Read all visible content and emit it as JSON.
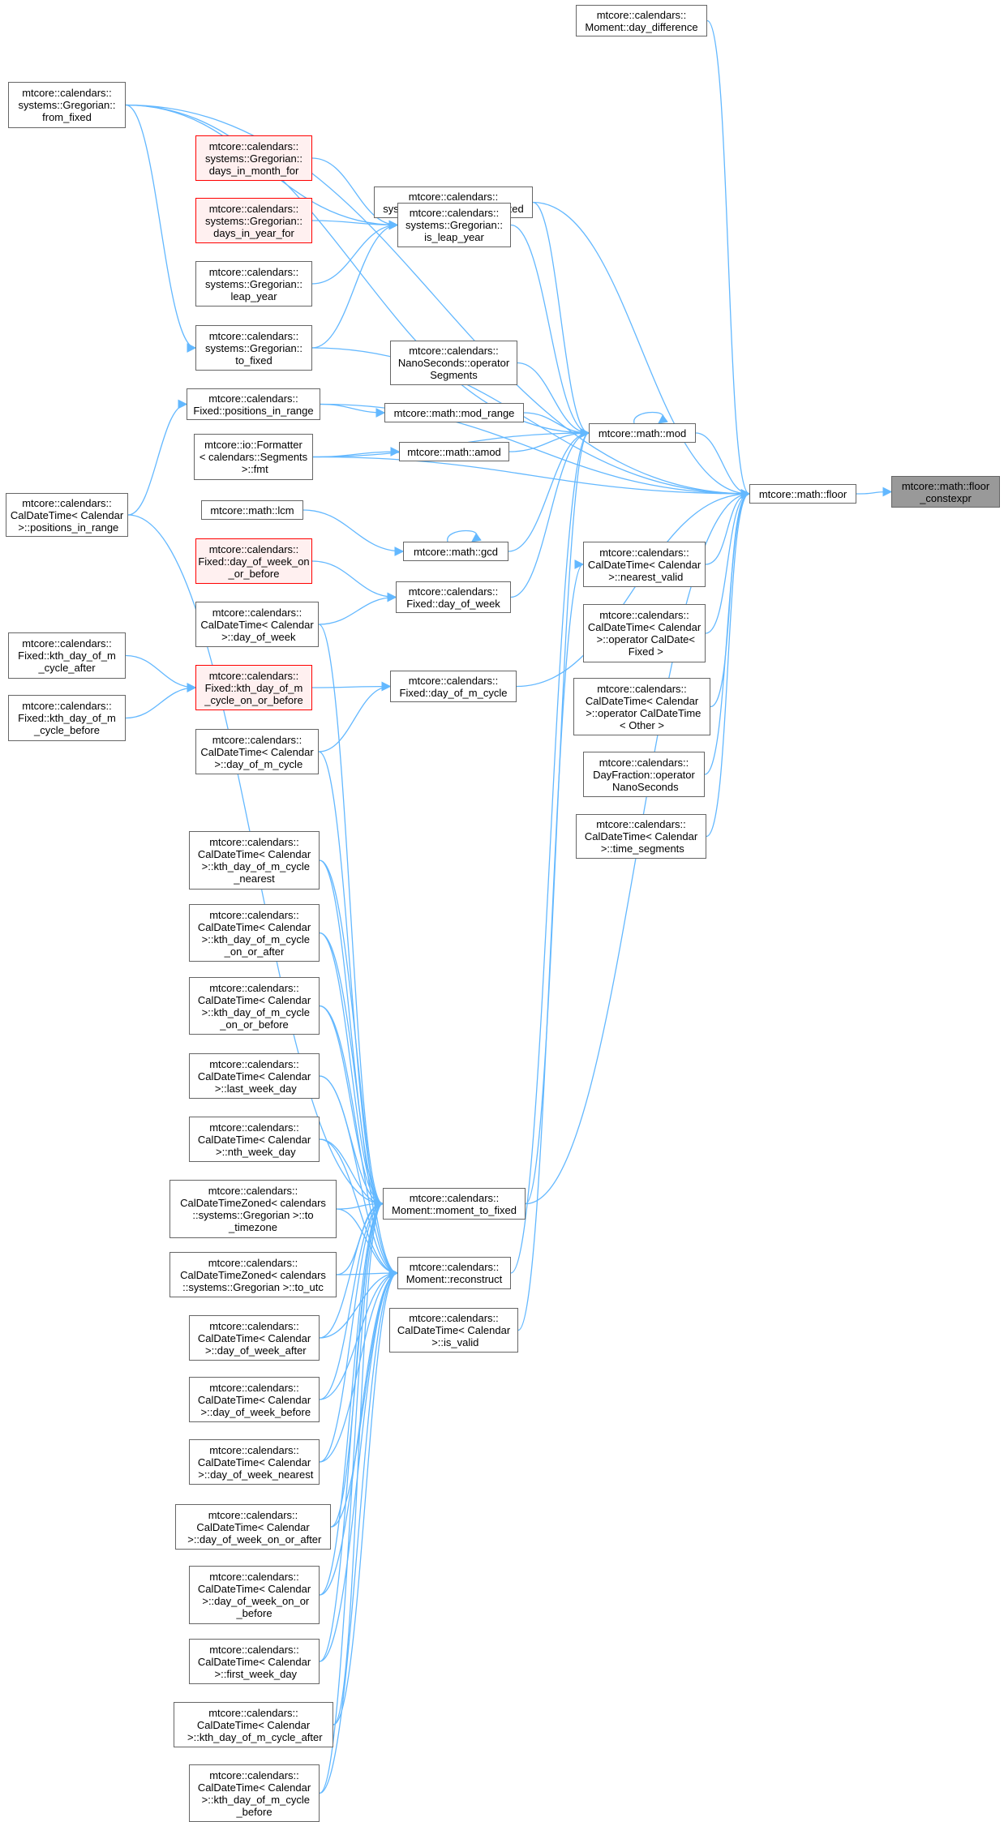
{
  "colors": {
    "edge": "#63b8ff",
    "node_border": "#666666",
    "root_fill": "#999999",
    "red_border": "#ff0000",
    "red_fill": "#fff0f0"
  },
  "nodes": {
    "floor_constexpr": {
      "lines": [
        "mtcore::math::floor",
        "_constexpr"
      ],
      "style": "root"
    },
    "floor": {
      "lines": [
        "mtcore::math::floor"
      ]
    },
    "mod": {
      "lines": [
        "mtcore::math::mod"
      ]
    },
    "day_difference": {
      "lines": [
        "mtcore::calendars::",
        "Moment::day_difference"
      ]
    },
    "greg_from_fixed": {
      "lines": [
        "mtcore::calendars::",
        "systems::Gregorian::",
        "from_fixed"
      ]
    },
    "days_in_month_for": {
      "lines": [
        "mtcore::calendars::",
        "systems::Gregorian::",
        "days_in_month_for"
      ],
      "style": "red"
    },
    "egypt_from_fixed": {
      "lines": [
        "mtcore::calendars::",
        "systems::Egyptian::from_fixed"
      ]
    },
    "days_in_year_for": {
      "lines": [
        "mtcore::calendars::",
        "systems::Gregorian::",
        "days_in_year_for"
      ],
      "style": "red"
    },
    "is_leap_year": {
      "lines": [
        "mtcore::calendars::",
        "systems::Gregorian::",
        "is_leap_year"
      ]
    },
    "leap_year": {
      "lines": [
        "mtcore::calendars::",
        "systems::Gregorian::",
        "leap_year"
      ]
    },
    "greg_to_fixed": {
      "lines": [
        "mtcore::calendars::",
        "systems::Gregorian::",
        "to_fixed"
      ]
    },
    "nano_segments": {
      "lines": [
        "mtcore::calendars::",
        "NanoSeconds::operator",
        "Segments"
      ]
    },
    "fixed_positions": {
      "lines": [
        "mtcore::calendars::",
        "Fixed::positions_in_range"
      ]
    },
    "mod_range": {
      "lines": [
        "mtcore::math::mod_range"
      ]
    },
    "formatter_fmt": {
      "lines": [
        "mtcore::io::Formatter",
        "< calendars::Segments",
        " >::fmt"
      ]
    },
    "amod": {
      "lines": [
        "mtcore::math::amod"
      ]
    },
    "caldt_positions": {
      "lines": [
        "mtcore::calendars::",
        "CalDateTime< Calendar",
        " >::positions_in_range"
      ]
    },
    "lcm": {
      "lines": [
        "mtcore::math::lcm"
      ]
    },
    "gcd": {
      "lines": [
        "mtcore::math::gcd"
      ]
    },
    "dow_on_or_before": {
      "lines": [
        "mtcore::calendars::",
        "Fixed::day_of_week_on",
        "_or_before"
      ],
      "style": "red"
    },
    "fixed_dow": {
      "lines": [
        "mtcore::calendars::",
        "Fixed::day_of_week"
      ]
    },
    "caldt_dow": {
      "lines": [
        "mtcore::calendars::",
        "CalDateTime< Calendar",
        " >::day_of_week"
      ]
    },
    "kth_after": {
      "lines": [
        "mtcore::calendars::",
        "Fixed::kth_day_of_m",
        "_cycle_after"
      ]
    },
    "kth_on_or_before": {
      "lines": [
        "mtcore::calendars::",
        "Fixed::kth_day_of_m",
        "_cycle_on_or_before"
      ],
      "style": "red"
    },
    "fixed_dom_cycle": {
      "lines": [
        "mtcore::calendars::",
        "Fixed::day_of_m_cycle"
      ]
    },
    "kth_before": {
      "lines": [
        "mtcore::calendars::",
        "Fixed::kth_day_of_m",
        "_cycle_before"
      ]
    },
    "caldt_dom_cycle": {
      "lines": [
        "mtcore::calendars::",
        "CalDateTime< Calendar",
        " >::day_of_m_cycle"
      ]
    },
    "nearest_valid": {
      "lines": [
        "mtcore::calendars::",
        "CalDateTime< Calendar",
        " >::nearest_valid"
      ]
    },
    "op_caldate": {
      "lines": [
        "mtcore::calendars::",
        "CalDateTime< Calendar",
        " >::operator CalDate<",
        " Fixed >"
      ]
    },
    "op_caldatetime": {
      "lines": [
        "mtcore::calendars::",
        "CalDateTime< Calendar",
        " >::operator CalDateTime",
        "< Other >"
      ]
    },
    "dayfraction": {
      "lines": [
        "mtcore::calendars::",
        "DayFraction::operator",
        " NanoSeconds"
      ]
    },
    "time_segments": {
      "lines": [
        "mtcore::calendars::",
        "CalDateTime< Calendar",
        " >::time_segments"
      ]
    },
    "kth_nearest": {
      "lines": [
        "mtcore::calendars::",
        "CalDateTime< Calendar",
        " >::kth_day_of_m_cycle",
        "_nearest"
      ]
    },
    "kth_on_or_after2": {
      "lines": [
        "mtcore::calendars::",
        "CalDateTime< Calendar",
        " >::kth_day_of_m_cycle",
        "_on_or_after"
      ]
    },
    "kth_on_or_before2": {
      "lines": [
        "mtcore::calendars::",
        "CalDateTime< Calendar",
        " >::kth_day_of_m_cycle",
        "_on_or_before"
      ]
    },
    "last_week_day": {
      "lines": [
        "mtcore::calendars::",
        "CalDateTime< Calendar",
        " >::last_week_day"
      ]
    },
    "nth_week_day": {
      "lines": [
        "mtcore::calendars::",
        "CalDateTime< Calendar",
        " >::nth_week_day"
      ]
    },
    "to_timezone": {
      "lines": [
        "mtcore::calendars::",
        "CalDateTimeZoned< calendars",
        "::systems::Gregorian >::to",
        "_timezone"
      ]
    },
    "moment_to_fixed": {
      "lines": [
        "mtcore::calendars::",
        "Moment::moment_to_fixed"
      ]
    },
    "to_utc": {
      "lines": [
        "mtcore::calendars::",
        "CalDateTimeZoned< calendars",
        "::systems::Gregorian >::to_utc"
      ]
    },
    "reconstruct": {
      "lines": [
        "mtcore::calendars::",
        "Moment::reconstruct"
      ]
    },
    "is_valid": {
      "lines": [
        "mtcore::calendars::",
        "CalDateTime< Calendar",
        " >::is_valid"
      ]
    },
    "dow_after": {
      "lines": [
        "mtcore::calendars::",
        "CalDateTime< Calendar",
        " >::day_of_week_after"
      ]
    },
    "dow_before": {
      "lines": [
        "mtcore::calendars::",
        "CalDateTime< Calendar",
        " >::day_of_week_before"
      ]
    },
    "dow_nearest": {
      "lines": [
        "mtcore::calendars::",
        "CalDateTime< Calendar",
        " >::day_of_week_nearest"
      ]
    },
    "dow_on_or_after": {
      "lines": [
        "mtcore::calendars::",
        "CalDateTime< Calendar",
        " >::day_of_week_on_or_after"
      ]
    },
    "dow_on_or_before2": {
      "lines": [
        "mtcore::calendars::",
        "CalDateTime< Calendar",
        " >::day_of_week_on_or",
        "_before"
      ]
    },
    "first_week_day": {
      "lines": [
        "mtcore::calendars::",
        "CalDateTime< Calendar",
        " >::first_week_day"
      ]
    },
    "kth_after2": {
      "lines": [
        "mtcore::calendars::",
        "CalDateTime< Calendar",
        " >::kth_day_of_m_cycle_after"
      ]
    },
    "kth_before2": {
      "lines": [
        "mtcore::calendars::",
        "CalDateTime< Calendar",
        " >::kth_day_of_m_cycle",
        "_before"
      ]
    }
  },
  "edges": [
    [
      "floor",
      "floor_constexpr"
    ],
    [
      "mod",
      "floor"
    ],
    [
      "day_difference",
      "floor"
    ],
    [
      "greg_from_fixed",
      "floor"
    ],
    [
      "egypt_from_fixed",
      "floor"
    ],
    [
      "greg_to_fixed",
      "floor"
    ],
    [
      "fixed_positions",
      "floor"
    ],
    [
      "formatter_fmt",
      "floor"
    ],
    [
      "fixed_dom_cycle",
      "floor"
    ],
    [
      "nearest_valid",
      "floor"
    ],
    [
      "op_caldate",
      "floor"
    ],
    [
      "op_caldatetime",
      "floor"
    ],
    [
      "dayfraction",
      "floor"
    ],
    [
      "time_segments",
      "floor"
    ],
    [
      "moment_to_fixed",
      "floor"
    ],
    [
      "mod",
      "mod"
    ],
    [
      "greg_from_fixed",
      "mod"
    ],
    [
      "egypt_from_fixed",
      "mod"
    ],
    [
      "is_leap_year",
      "mod"
    ],
    [
      "nano_segments",
      "mod"
    ],
    [
      "mod_range",
      "mod"
    ],
    [
      "amod",
      "mod"
    ],
    [
      "formatter_fmt",
      "mod"
    ],
    [
      "gcd",
      "mod"
    ],
    [
      "fixed_dow",
      "mod"
    ],
    [
      "moment_to_fixed",
      "mod"
    ],
    [
      "reconstruct",
      "mod"
    ],
    [
      "days_in_month_for",
      "is_leap_year"
    ],
    [
      "days_in_year_for",
      "is_leap_year"
    ],
    [
      "leap_year",
      "is_leap_year"
    ],
    [
      "greg_to_fixed",
      "is_leap_year"
    ],
    [
      "greg_from_fixed",
      "is_leap_year"
    ],
    [
      "greg_from_fixed",
      "greg_to_fixed"
    ],
    [
      "fixed_positions",
      "mod_range"
    ],
    [
      "caldt_positions",
      "fixed_positions"
    ],
    [
      "formatter_fmt",
      "amod"
    ],
    [
      "lcm",
      "gcd"
    ],
    [
      "gcd",
      "gcd"
    ],
    [
      "dow_on_or_before",
      "fixed_dow"
    ],
    [
      "caldt_dow",
      "fixed_dow"
    ],
    [
      "kth_after",
      "kth_on_or_before"
    ],
    [
      "kth_before",
      "kth_on_or_before"
    ],
    [
      "kth_on_or_before",
      "fixed_dom_cycle"
    ],
    [
      "caldt_dom_cycle",
      "fixed_dom_cycle"
    ],
    [
      "is_valid",
      "nearest_valid"
    ],
    [
      "caldt_positions",
      "moment_to_fixed"
    ],
    [
      "caldt_dow",
      "moment_to_fixed"
    ],
    [
      "caldt_dom_cycle",
      "moment_to_fixed"
    ],
    [
      "kth_nearest",
      "moment_to_fixed"
    ],
    [
      "kth_on_or_after2",
      "moment_to_fixed"
    ],
    [
      "kth_on_or_before2",
      "moment_to_fixed"
    ],
    [
      "last_week_day",
      "moment_to_fixed"
    ],
    [
      "nth_week_day",
      "moment_to_fixed"
    ],
    [
      "to_timezone",
      "moment_to_fixed"
    ],
    [
      "to_utc",
      "moment_to_fixed"
    ],
    [
      "dow_after",
      "moment_to_fixed"
    ],
    [
      "dow_before",
      "moment_to_fixed"
    ],
    [
      "dow_nearest",
      "moment_to_fixed"
    ],
    [
      "dow_on_or_after",
      "moment_to_fixed"
    ],
    [
      "dow_on_or_before2",
      "moment_to_fixed"
    ],
    [
      "first_week_day",
      "moment_to_fixed"
    ],
    [
      "kth_after2",
      "moment_to_fixed"
    ],
    [
      "kth_before2",
      "moment_to_fixed"
    ],
    [
      "kth_nearest",
      "reconstruct"
    ],
    [
      "kth_on_or_after2",
      "reconstruct"
    ],
    [
      "kth_on_or_before2",
      "reconstruct"
    ],
    [
      "last_week_day",
      "reconstruct"
    ],
    [
      "nth_week_day",
      "reconstruct"
    ],
    [
      "to_timezone",
      "reconstruct"
    ],
    [
      "to_utc",
      "reconstruct"
    ],
    [
      "dow_after",
      "reconstruct"
    ],
    [
      "dow_before",
      "reconstruct"
    ],
    [
      "dow_nearest",
      "reconstruct"
    ],
    [
      "dow_on_or_after",
      "reconstruct"
    ],
    [
      "dow_on_or_before2",
      "reconstruct"
    ],
    [
      "first_week_day",
      "reconstruct"
    ],
    [
      "kth_after2",
      "reconstruct"
    ],
    [
      "kth_before2",
      "reconstruct"
    ]
  ]
}
